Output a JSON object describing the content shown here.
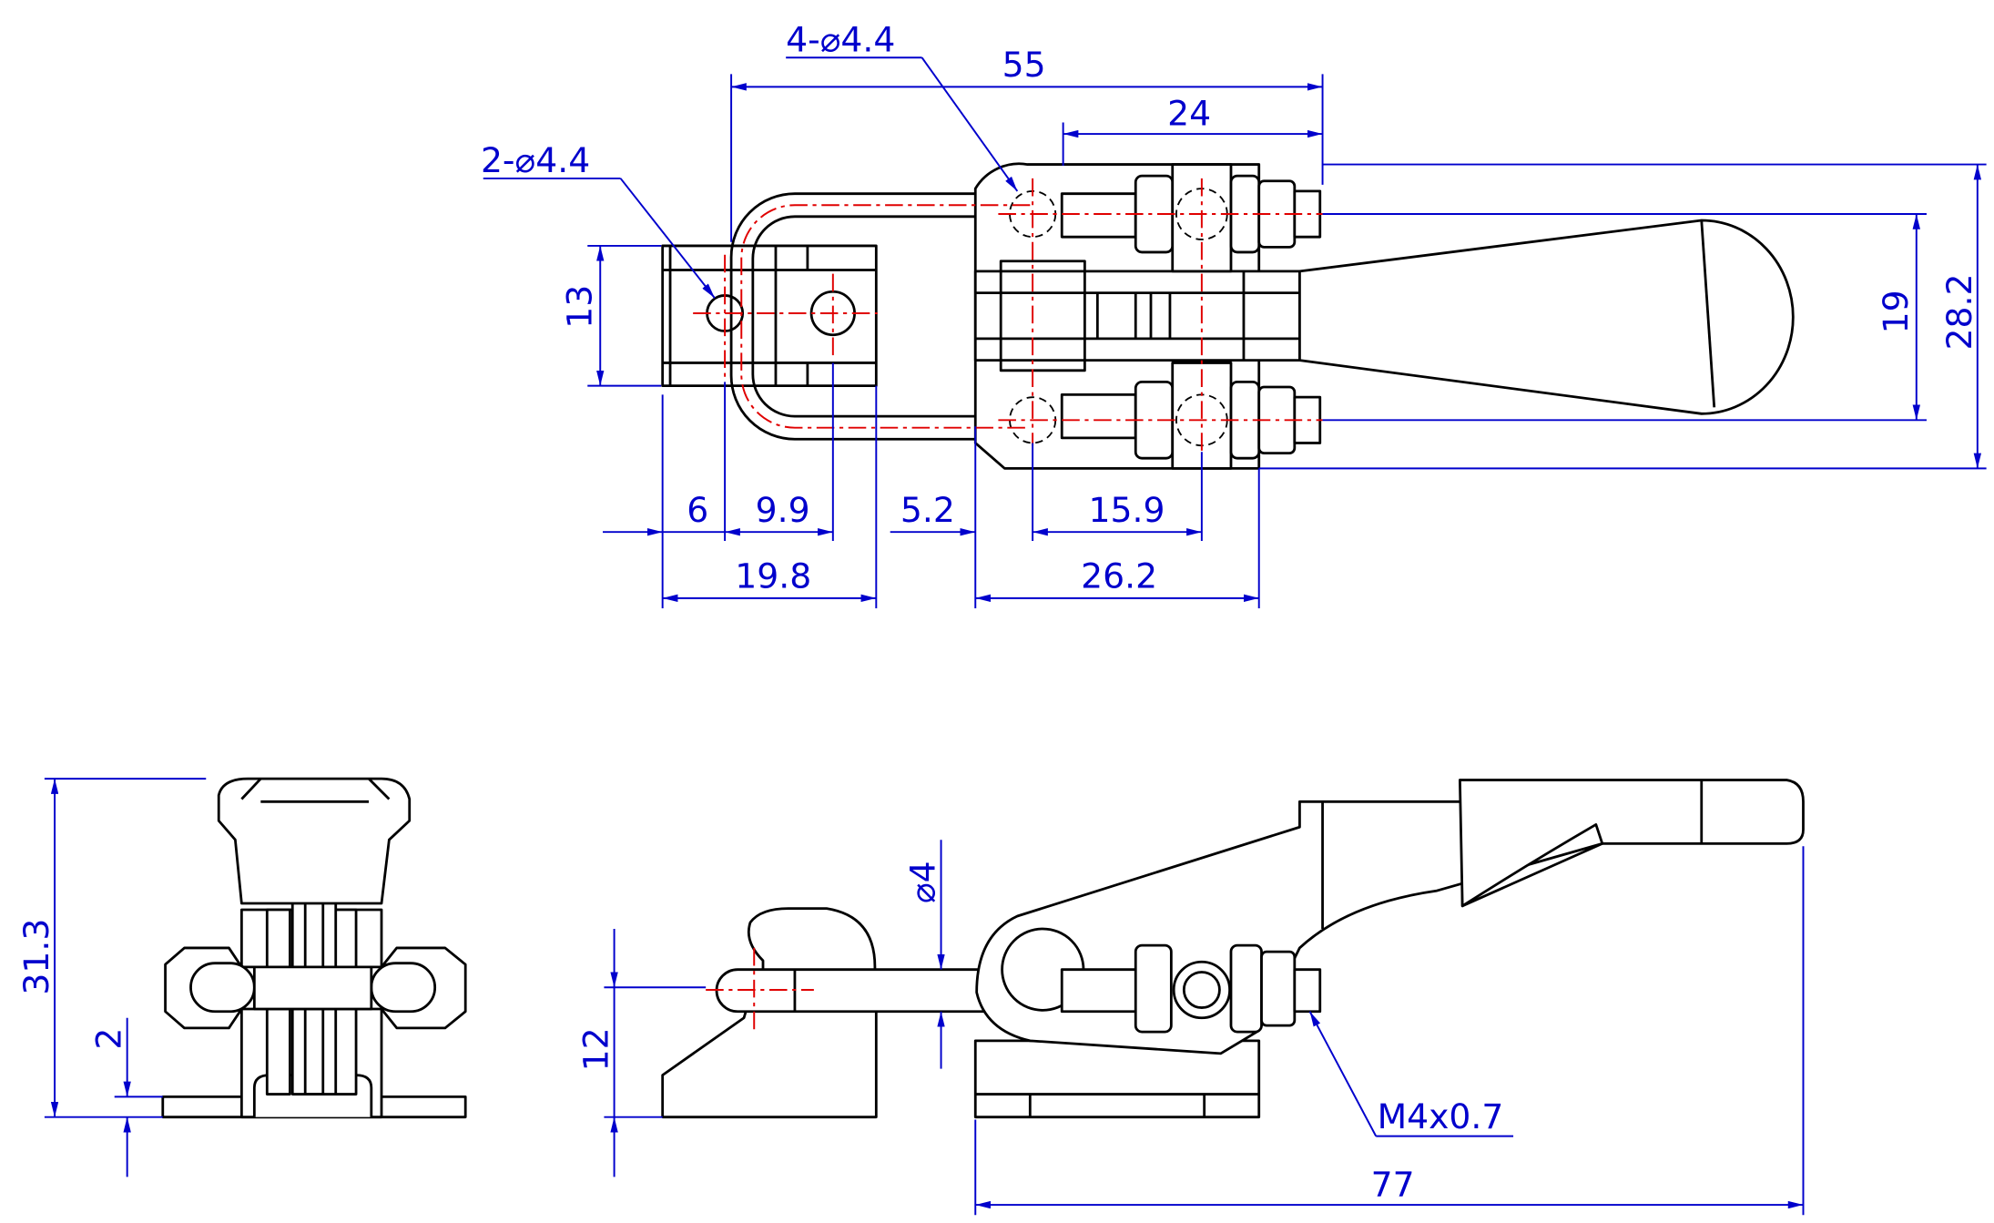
{
  "colors": {
    "outline": "#000000",
    "dimension": "#0000cc",
    "centerline": "#e00000"
  },
  "dimensions": {
    "holes_4": "4-⌀4.4",
    "holes_2": "2-⌀4.4",
    "overall_55": "55",
    "d24": "24",
    "d13": "13",
    "d19": "19",
    "d28_2": "28.2",
    "d6": "6",
    "d9_9": "9.9",
    "d5_2": "5.2",
    "d15_9": "15.9",
    "d19_8": "19.8",
    "d26_2": "26.2",
    "d31_3": "31.3",
    "d2": "2",
    "d4": "⌀4",
    "d12": "12",
    "thread": "M4x0.7",
    "d77": "77"
  }
}
